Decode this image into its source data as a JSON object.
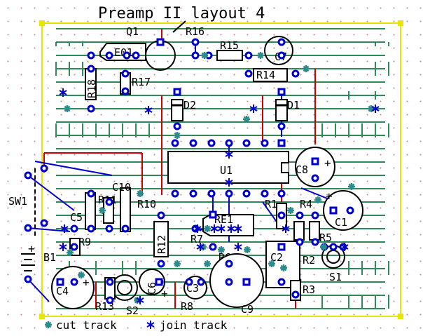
{
  "title": "Preamp II layout 4",
  "legend": {
    "cut_label": "cut track",
    "join_label": "join track"
  },
  "components": {
    "Q1": "Q1",
    "R16": "R16",
    "R15": "R15",
    "C7": "C7",
    "E01": "E01",
    "R18": "R18",
    "R17": "R17",
    "R14": "R14",
    "D2": "D2",
    "D1": "D1",
    "U1": "U1",
    "C8": "C8",
    "SW1": "SW1",
    "C10": "C10",
    "R11": "R11",
    "R10": "R10",
    "R1": "R1",
    "R4": "R4",
    "C5": "C5",
    "C1": "C1",
    "RE1": "RE1",
    "R12": "R12",
    "R7": "R7",
    "R9": "R9",
    "R6": "R6",
    "R5": "R5",
    "C2": "C2",
    "B1": "B1",
    "R2": "R2",
    "S1": "S1",
    "C4": "C4",
    "C6": "C6",
    "C3": "C3",
    "R3": "R3",
    "R13": "R13",
    "S2": "S2",
    "R8": "R8",
    "C9": "C9"
  },
  "colors": {
    "track": "#2e8b57",
    "pad": "#0000cc",
    "wire": "#0000cc",
    "board_edge": "#e6e600",
    "cut": "#2e8b8b",
    "join": "#0000cc",
    "link": "#cc0000"
  }
}
